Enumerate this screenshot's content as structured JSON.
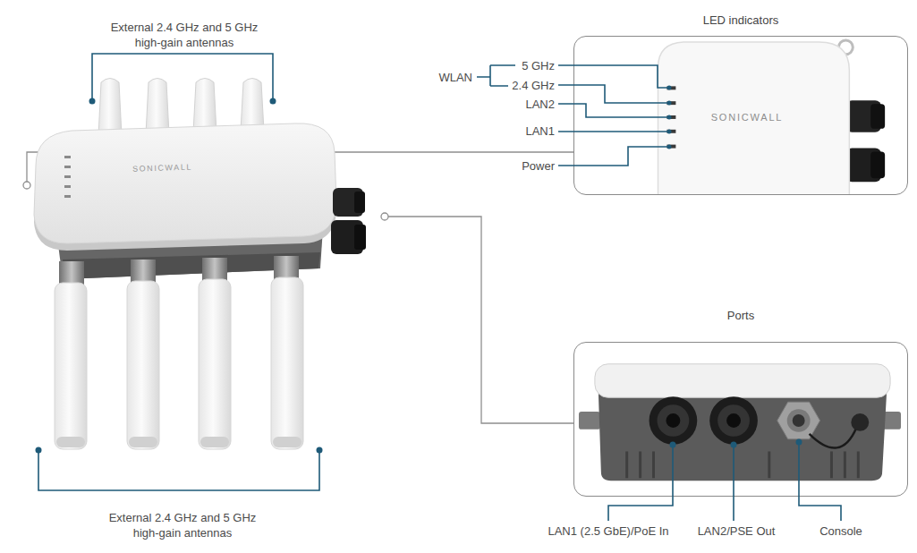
{
  "diagram": {
    "nodes": [
      {
        "text": [
          "SONICWALL"
        ]
      },
      {
        "text": [
          "LED indicators"
        ]
      },
      {
        "text": [
          "Ports"
        ]
      }
    ],
    "edges": [
      {
        "from": 0,
        "to": 1,
        "arrow": "none"
      },
      {
        "from": 0,
        "to": 2,
        "arrow": "none"
      }
    ],
    "labels": [
      "External 2.4 GHz and 5 GHz high-gain antennas",
      "External 2.4 GHz and 5 GHz high-gain antennas",
      "SONICWALL",
      "WLAN",
      "5 GHz",
      "2.4 GHz",
      "LAN2",
      "LAN1",
      "Power",
      "LAN1 (2.5 GbE)/PoE In",
      "LAN2/PSE Out",
      "Console"
    ]
  }
}
